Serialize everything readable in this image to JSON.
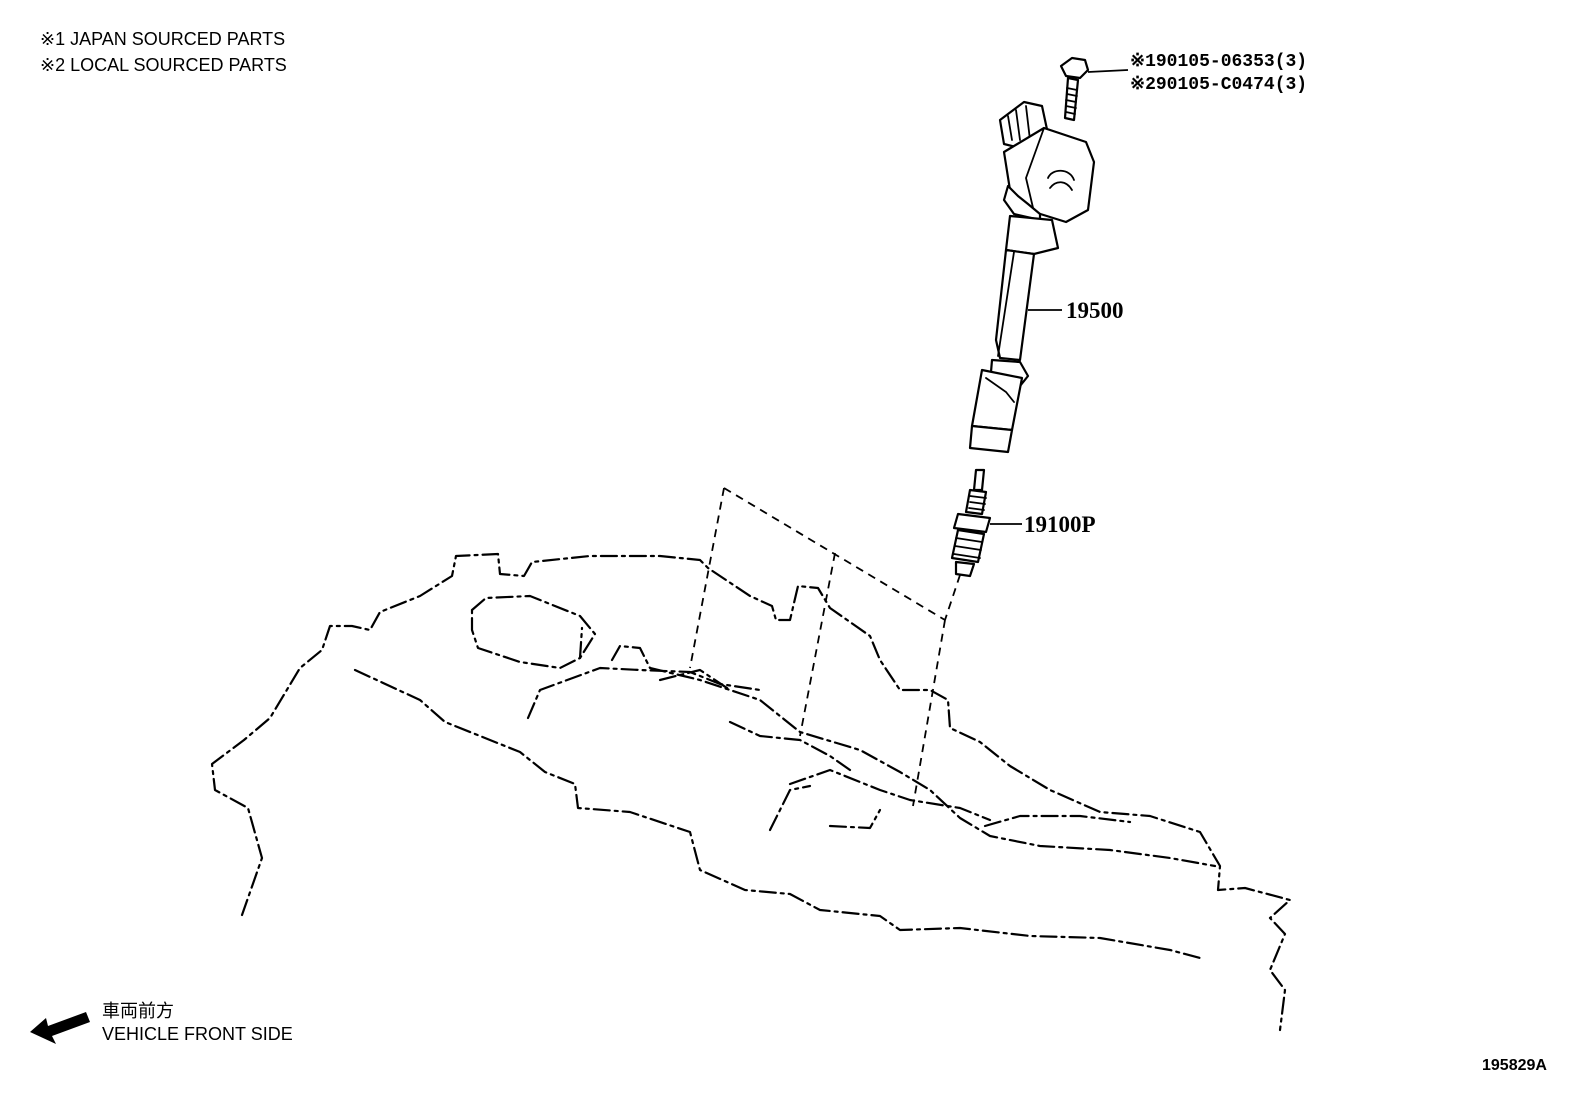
{
  "notes": {
    "note1": "※1 JAPAN SOURCED PARTS",
    "note2": "※2 LOCAL SOURCED PARTS"
  },
  "bolt": {
    "part_japan": "※190105-06353(3)",
    "part_local": "※290105-C0474(3)"
  },
  "callouts": {
    "ignition_coil": "19500",
    "spark_plug": "19100P"
  },
  "orientation": {
    "label_jp": "車両前方",
    "label_en": "VEHICLE FRONT SIDE",
    "arrow_icon": "arrow-left-down-icon"
  },
  "figure_id": "195829A"
}
